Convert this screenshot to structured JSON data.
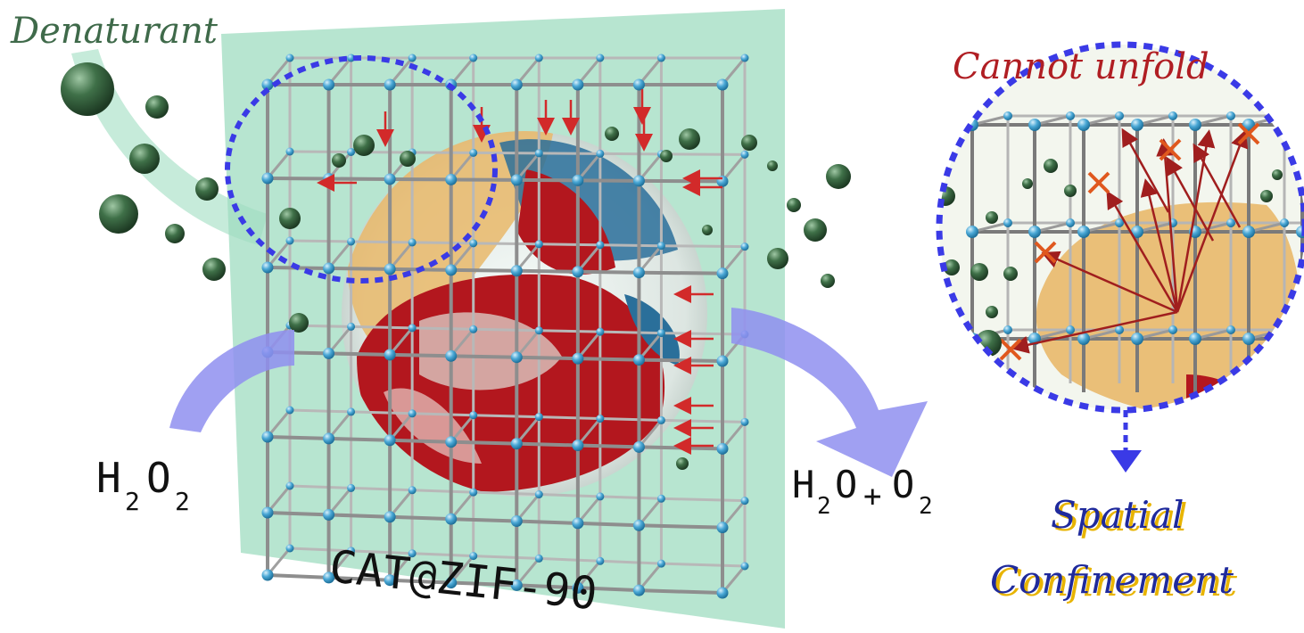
{
  "labels": {
    "denaturant": "Denaturant",
    "cannot_unfold": "Cannot unfold",
    "spatial": "Spatial",
    "confinement": "Confinement",
    "composite": "CAT@ZIF-90"
  },
  "reaction": {
    "reactant": {
      "h": "H",
      "h_sub": "2",
      "o": "O",
      "o_sub": "2"
    },
    "products": {
      "h": "H",
      "h_sub": "2",
      "o1": "O",
      "plus": "+",
      "o2": "O",
      "o2_sub": "2"
    }
  },
  "colors": {
    "denaturant_text": "#3f6a4a",
    "cannot_unfold_text": "#b01e23",
    "spatial_text": "#1f2a9c",
    "spatial_shadow": "#e8b400",
    "green_plane": "#9fdcc0",
    "lattice_node": "#4aa8d6",
    "protein_red": "#b3171e",
    "protein_blue": "#2a6f9a",
    "protein_tan": "#e9b96a",
    "dashed_circle": "#3a3ae6",
    "reaction_arrow": "#8f8ff0",
    "denaturant_ball": "#3f7048"
  },
  "icons": [
    "dashed-circle",
    "zoom-circle",
    "cross-mark-icon",
    "curved-arrow-icon",
    "down-arrow-icon"
  ]
}
